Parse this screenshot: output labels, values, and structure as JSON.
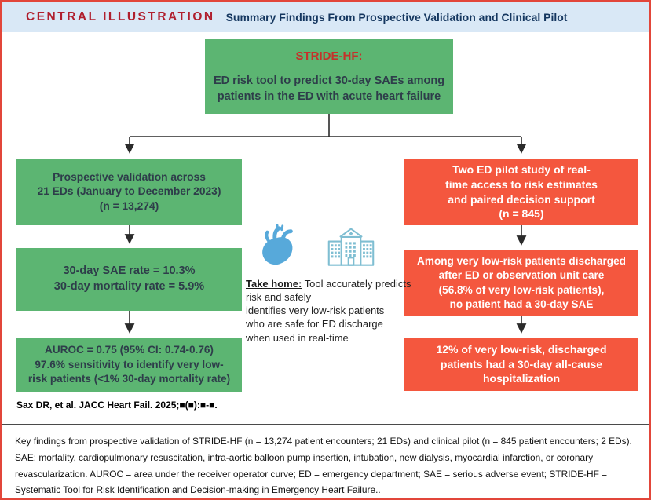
{
  "header": {
    "kicker": "CENTRAL ILLUSTRATION",
    "title": "Summary Findings From Prospective Validation and Clinical Pilot"
  },
  "colors": {
    "frame_border_red": "#e2463a",
    "header_bg_blue": "#d9e8f6",
    "kicker_red": "#b01f2e",
    "title_navy": "#14365f",
    "box_green": "#5cb572",
    "box_orange": "#f4573e",
    "box_text_dark": "#2e3d4a",
    "stride_title_red": "#c4322b",
    "heart_blue": "#57a9da",
    "hospital_teal": "#7fbed2",
    "arrow_dark": "#2b2b2b"
  },
  "flow": {
    "top_box": {
      "title": "STRIDE-HF:",
      "text": "ED risk tool to predict 30-day SAEs among\npatients in the ED with acute heart failure"
    },
    "left_column": [
      {
        "text": "Prospective validation across\n21 EDs (January to December 2023)\n(n = 13,274)"
      },
      {
        "text": "30-day SAE rate = 10.3%\n30-day mortality rate = 5.9%"
      },
      {
        "text": "AUROC = 0.75 (95% CI: 0.74-0.76)\n97.6% sensitivity to identify very low-\nrisk patients (<1% 30-day mortality rate)"
      }
    ],
    "right_column": [
      {
        "text": "Two ED pilot study of real-\ntime access to risk estimates\nand paired decision support\n(n = 845)"
      },
      {
        "text": "Among very low-risk patients discharged\nafter ED or observation unit care\n(56.8% of very low-risk patients),\nno patient had a 30-day SAE"
      },
      {
        "text": "12% of very low-risk, discharged\npatients had a 30-day all-cause\nhospitalization"
      }
    ],
    "take_home": {
      "label": "Take home:",
      "text": " Tool accurately predicts risk and safely\nidentifies very low-risk patients\nwho are safe for ED discharge\nwhen used in real-time"
    }
  },
  "citation": "Sax DR, et al. JACC Heart Fail. 2025;■(■):■-■.",
  "caption": "Key findings from prospective validation of STRIDE-HF (n = 13,274 patient encounters; 21 EDs) and clinical pilot (n = 845 patient encounters; 2 EDs). SAE: mortality, cardiopulmonary resuscitation, intra-aortic balloon pump insertion, intubation, new dialysis, myocardial infarction, or coronary revascularization. AUROC = area under the receiver operator curve; ED = emergency department; SAE = serious adverse event; STRIDE-HF = Systematic Tool for Risk Identification and Decision-making in Emergency Heart Failure.."
}
